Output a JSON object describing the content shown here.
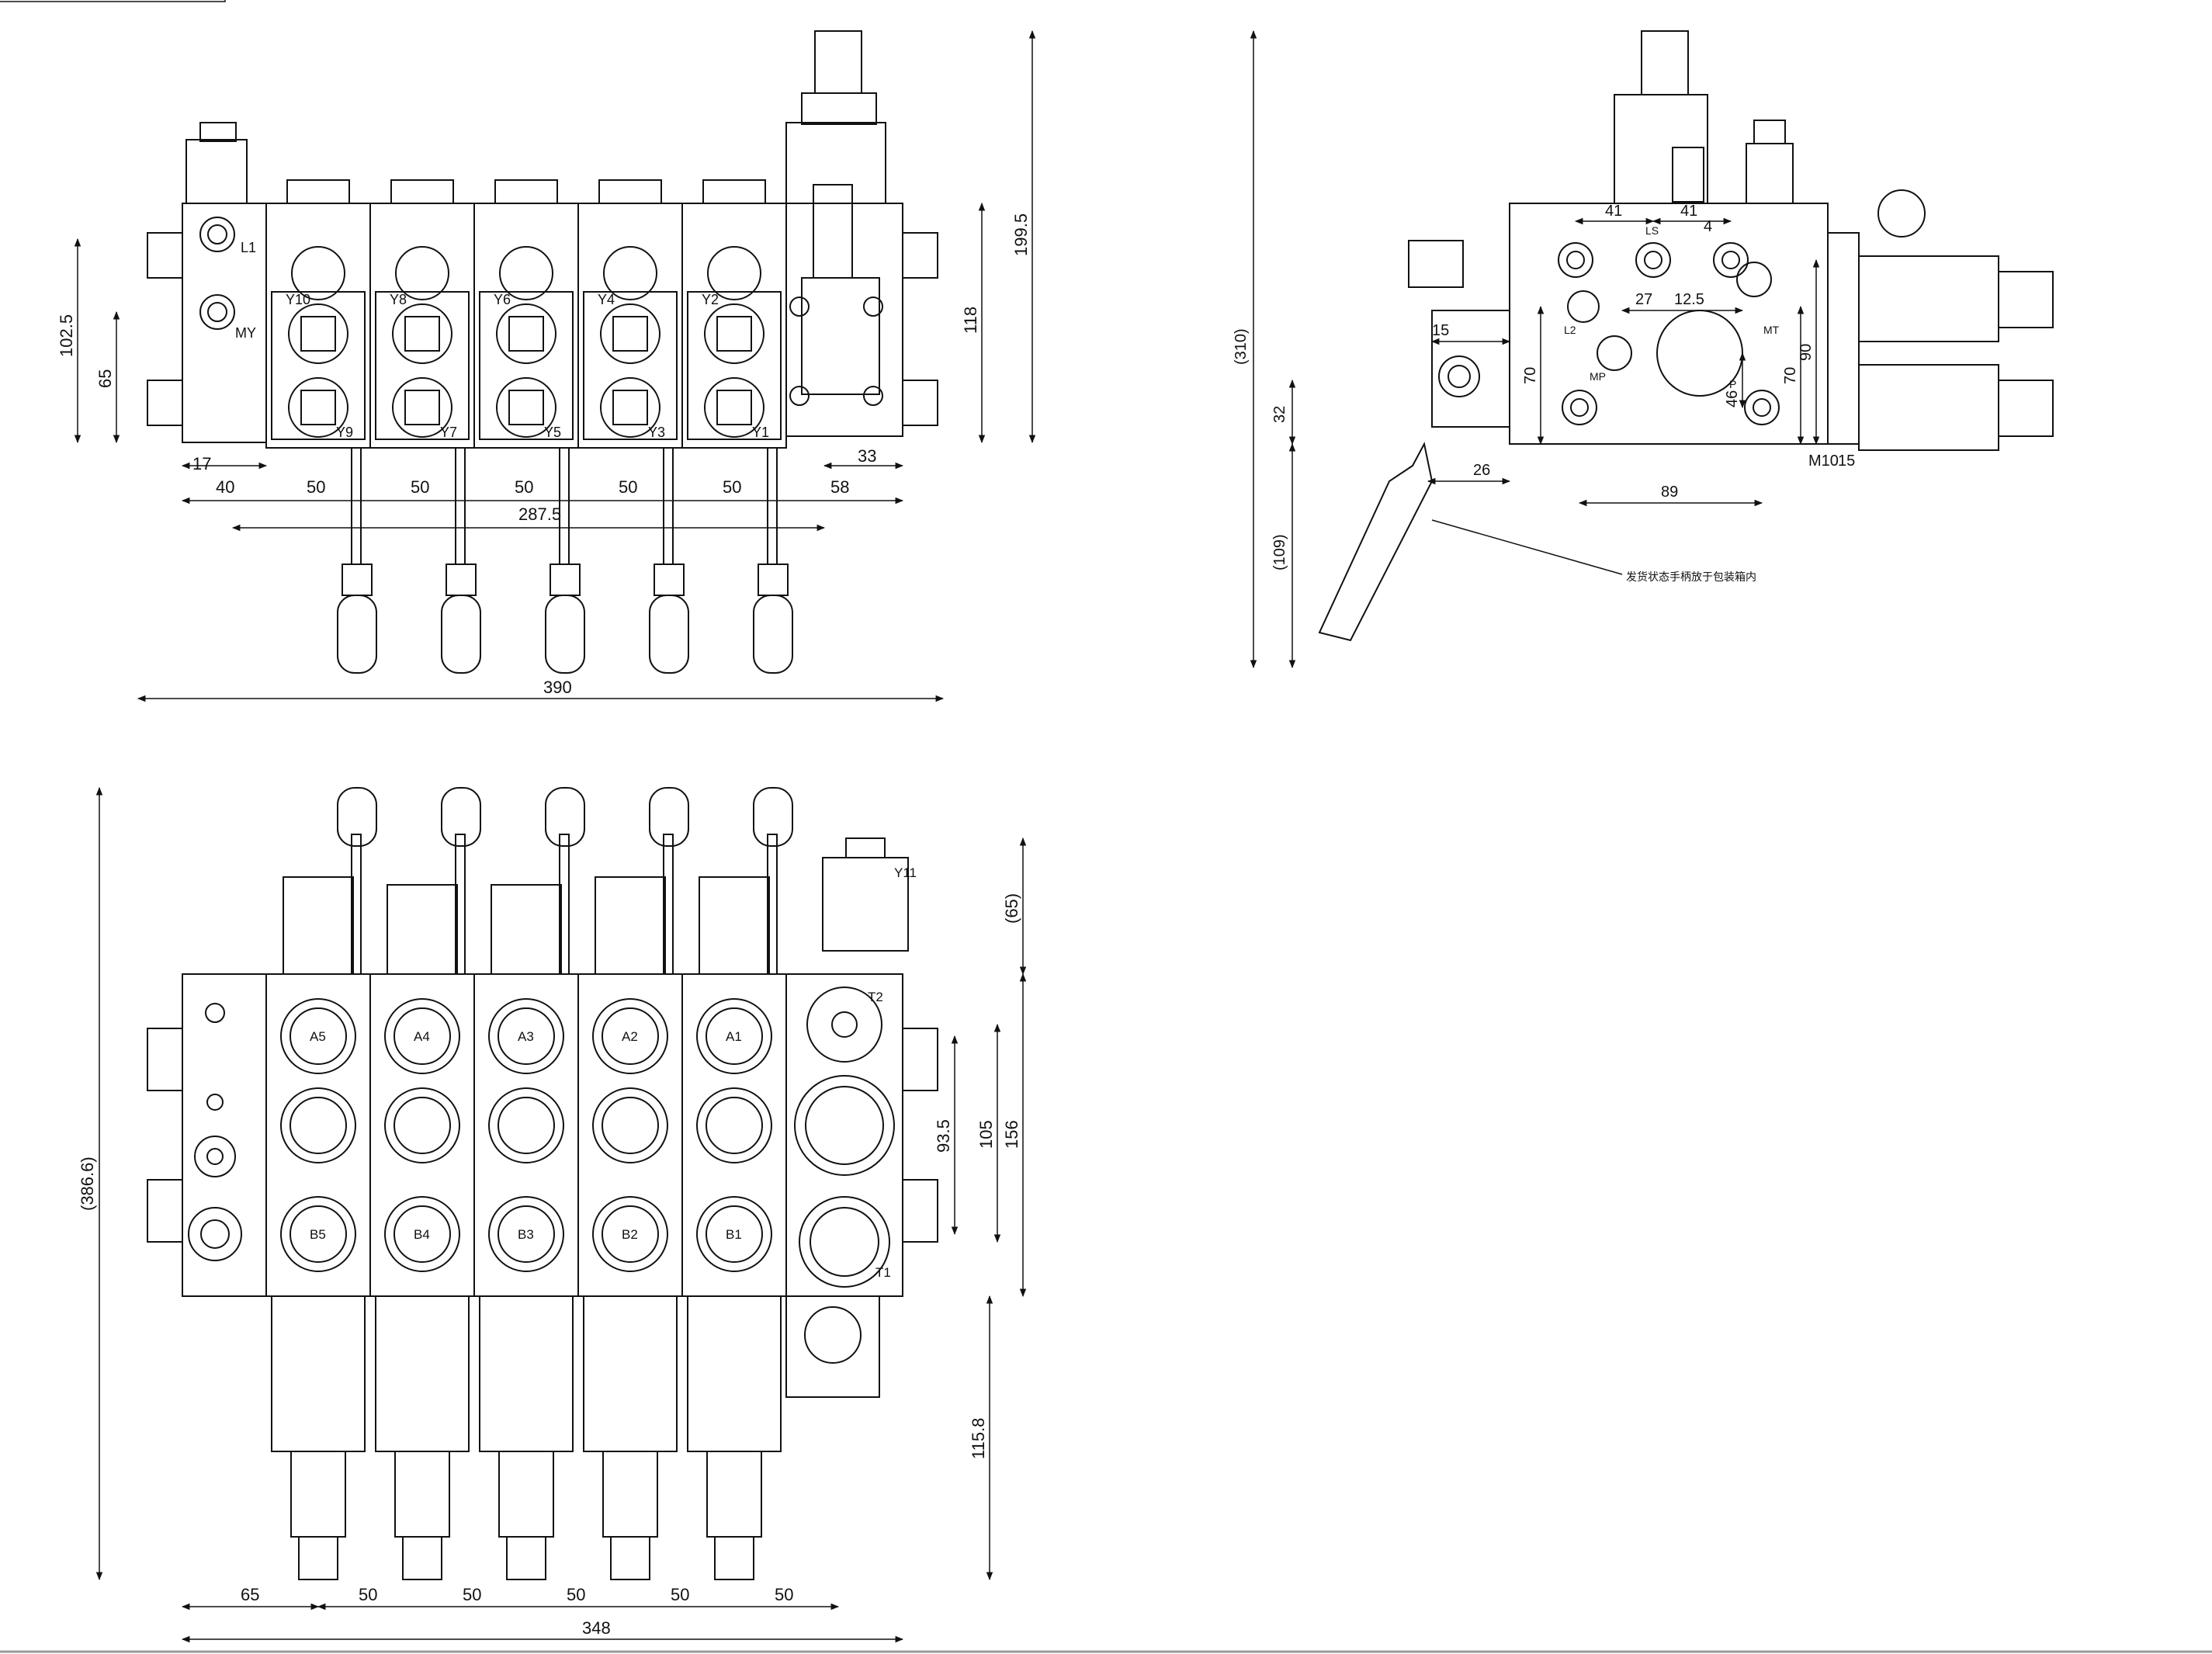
{
  "front_view": {
    "ports_top": [
      "L1",
      "MY"
    ],
    "spool_labels": [
      {
        "top": "Y10",
        "bottom": "Y9"
      },
      {
        "top": "Y8",
        "bottom": "Y7"
      },
      {
        "top": "Y6",
        "bottom": "Y5"
      },
      {
        "top": "Y4",
        "bottom": "Y3"
      },
      {
        "top": "Y2",
        "bottom": "Y1"
      }
    ],
    "dim_102_5": "102.5",
    "dim_65": "65",
    "dim_199_5": "199.5",
    "dim_118": "118",
    "dim_17": "17",
    "dim_40": "40",
    "pitch": [
      "50",
      "50",
      "50",
      "50",
      "50"
    ],
    "dim_58": "58",
    "dim_33": "33",
    "dim_287_5": "287.5",
    "dim_390": "390"
  },
  "side_view": {
    "dim_310": "(310)",
    "dim_109": "(109)",
    "dim_32": "32",
    "dim_15": "15",
    "dim_26": "26",
    "dim_89": "89",
    "dim_41a": "41",
    "dim_41b": "41",
    "dim_4": "4",
    "dim_27": "27",
    "dim_12_5": "12.5",
    "dim_70a": "70",
    "dim_70b": "70",
    "dim_46": "46",
    "dim_90": "90",
    "thread": "M10",
    "thread_depth": "15",
    "port_labels": [
      "LS",
      "L2",
      "MT",
      "MP",
      "P"
    ],
    "note": "发货状态手柄放于包装箱内"
  },
  "plan_view": {
    "a_ports": [
      "A5",
      "A4",
      "A3",
      "A2",
      "A1"
    ],
    "b_ports": [
      "B5",
      "B4",
      "B3",
      "B2",
      "B1"
    ],
    "t2": "T2",
    "t1": "T1",
    "y11": "Y11",
    "dim_65p": "(65)",
    "dim_386_6": "(386.6)",
    "dim_93_5": "93.5",
    "dim_105": "105",
    "dim_156": "156",
    "dim_115_8": "115.8",
    "dim_65": "65",
    "pitch": [
      "50",
      "50",
      "50",
      "50",
      "50"
    ],
    "dim_348": "348"
  }
}
